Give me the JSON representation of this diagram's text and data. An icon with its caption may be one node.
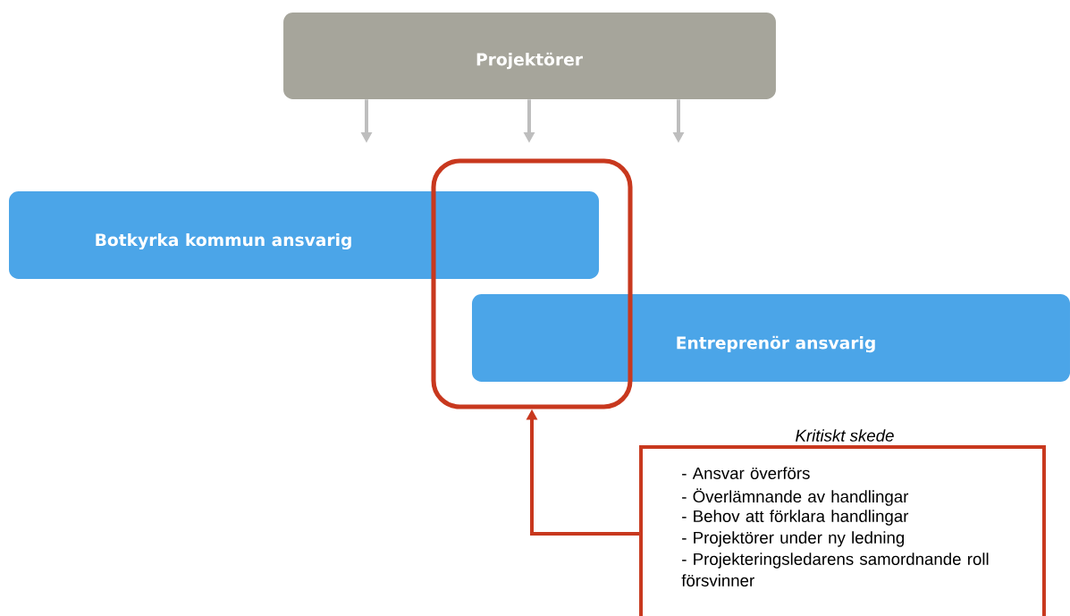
{
  "diagram": {
    "nodes": [
      {
        "text": [
          "Projektörer"
        ]
      },
      {
        "text": [
          "Botkyrka kommun ansvarig"
        ]
      },
      {
        "text": [
          "Entreprenör ansvarig"
        ]
      },
      {
        "text": [],
        "shape": "box"
      },
      {
        "text": [
          "Kritiskt skede",
          "- Ansvar överförs",
          "- Överlämnande av handlingar",
          "- Behov att förklara handlingar",
          "- Projektörer under ny ledning",
          "- Projekteringsledarens samordnande roll försvinner"
        ]
      }
    ],
    "edges": [
      {
        "from": 0,
        "to": null,
        "arrow": "to"
      },
      {
        "from": 0,
        "to": null,
        "arrow": "to"
      },
      {
        "from": 0,
        "to": null,
        "arrow": "to"
      },
      {
        "from": 4,
        "to": 3,
        "arrow": "to",
        "color": "#c8381e"
      }
    ]
  }
}
